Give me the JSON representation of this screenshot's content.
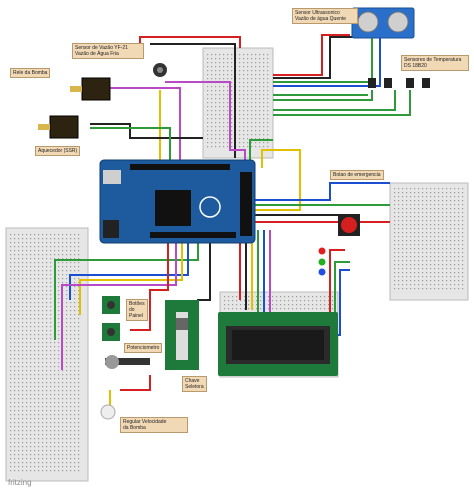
{
  "labels": {
    "sensor_ultrasonic": "Sensor Ultrassonico\nVazão de água Quente",
    "sensor_flow": "Sensor de Vazão YF-21\nVazão de Água Fria",
    "relay": "Rele da Bomba",
    "temp_sensors": "Sensores de Temperatura\nDS 18B20",
    "heater": "Aquecedor (SSR)",
    "emergency": "Botao de emergencia",
    "buttons": "Botões\ndo\nPainel",
    "potentiometer": "Potenciometro",
    "switch": "Chave\nSeletora",
    "pump_speed": "Regular Velocidade\nda Bomba"
  },
  "watermark": "fritzing"
}
